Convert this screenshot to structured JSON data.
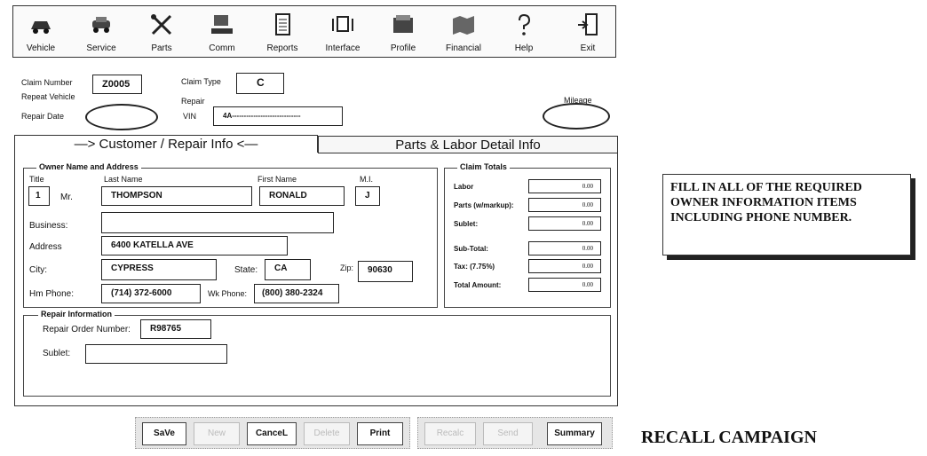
{
  "toolbar": {
    "items": [
      {
        "label": "Vehicle",
        "icon": "car-icon"
      },
      {
        "label": "Service",
        "icon": "service-car-icon"
      },
      {
        "label": "Parts",
        "icon": "tools-icon"
      },
      {
        "label": "Comm",
        "icon": "computer-icon"
      },
      {
        "label": "Reports",
        "icon": "report-icon"
      },
      {
        "label": "Interface",
        "icon": "interface-icon"
      },
      {
        "label": "Profile",
        "icon": "profile-icon"
      },
      {
        "label": "Financial",
        "icon": "map-icon"
      },
      {
        "label": "Help",
        "icon": "question-icon"
      },
      {
        "label": "Exit",
        "icon": "exit-door-icon"
      }
    ]
  },
  "claim": {
    "claim_number_label": "Claim Number",
    "claim_number": "Z0005",
    "claim_type_label": "Claim Type",
    "claim_type": "C",
    "repeat_vehicle_label": "Repeat Vehicle",
    "repair_label": "Repair",
    "repair_date_label": "Repair Date",
    "vin_label": "VIN",
    "vin": "4A-----------------------------",
    "mileage_label": "Mileage"
  },
  "tabs": {
    "customer": "—> Customer / Repair Info <—",
    "parts": "Parts & Labor Detail Info"
  },
  "owner": {
    "group_title": "Owner Name and Address",
    "title_label": "Title",
    "last_name_label": "Last Name",
    "first_name_label": "First Name",
    "mi_label": "M.I.",
    "title_code": "1",
    "title_text": "Mr.",
    "last_name": "THOMPSON",
    "first_name": "RONALD",
    "mi": "J",
    "business_label": "Business:",
    "business": "",
    "address_label": "Address",
    "address": "6400 KATELLA AVE",
    "city_label": "City:",
    "city": "CYPRESS",
    "state_label": "State:",
    "state": "CA",
    "zip_label": "Zip:",
    "zip": "90630",
    "hm_phone_label": "Hm Phone:",
    "hm_phone": "(714) 372-6000",
    "wk_phone_label": "Wk Phone:",
    "wk_phone": "(800) 380-2324"
  },
  "totals": {
    "group_title": "Claim Totals",
    "rows": [
      {
        "label": "Labor",
        "value": "0.00"
      },
      {
        "label": "Parts (w/markup):",
        "value": "0.00"
      },
      {
        "label": "Sublet:",
        "value": "0.00"
      },
      {
        "label": "Sub-Total:",
        "value": "0.00"
      },
      {
        "label": "Tax: (7.75%)",
        "value": "0.00"
      },
      {
        "label": "Total Amount:",
        "value": "0.00"
      }
    ]
  },
  "repair": {
    "group_title": "Repair Information",
    "ro_label": "Repair Order Number:",
    "ro": "R98765",
    "sublet_label": "Sublet:",
    "sublet": ""
  },
  "buttons": {
    "save": "SaVe",
    "new": "New",
    "cancel": "CanceL",
    "delete": "Delete",
    "print": "Print",
    "recalc": "Recalc",
    "send": "Send",
    "summary": "Summary"
  },
  "note": "FILL IN ALL OF THE REQUIRED OWNER INFORMATION ITEMS INCLUDING PHONE NUMBER.",
  "caption": "RECALL CAMPAIGN"
}
